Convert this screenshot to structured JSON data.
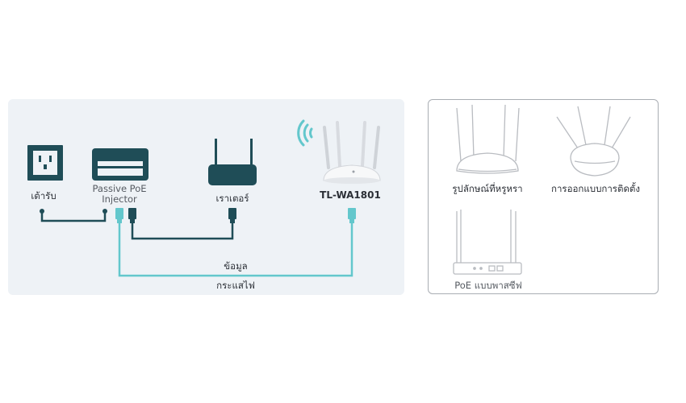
{
  "colors": {
    "power_line": "#1f4d57",
    "data_line": "#63c7cc",
    "device_dark": "#1f4d57",
    "router_body": "#f4f5f7",
    "panel_bg": "#eef2f6",
    "outline_gray": "#b9bcc1"
  },
  "setup_diagram": {
    "outlet_label": "เต้ารับ",
    "injector_label_line1": "Passive PoE",
    "injector_label_line2": "Injector",
    "router_label": "เราเตอร์",
    "ap_model_label": "TL-WA1801",
    "data_line_label": "ข้อมูล",
    "power_line_label": "กระแสไฟ",
    "icons": [
      "power-outlet-icon",
      "poe-injector-icon",
      "router-icon",
      "access-point-icon",
      "wifi-signal-icon",
      "ethernet-plug-icon"
    ]
  },
  "options_panel": {
    "options": [
      {
        "label": "รูปลักษณ์ที่หรูหรา",
        "icon": "elegant-design-router-icon"
      },
      {
        "label": "การออกแบบการติดตั้ง",
        "icon": "mounting-design-router-icon"
      },
      {
        "label": "PoE แบบพาสซีฟ",
        "icon": "passive-poe-router-icon"
      }
    ]
  }
}
